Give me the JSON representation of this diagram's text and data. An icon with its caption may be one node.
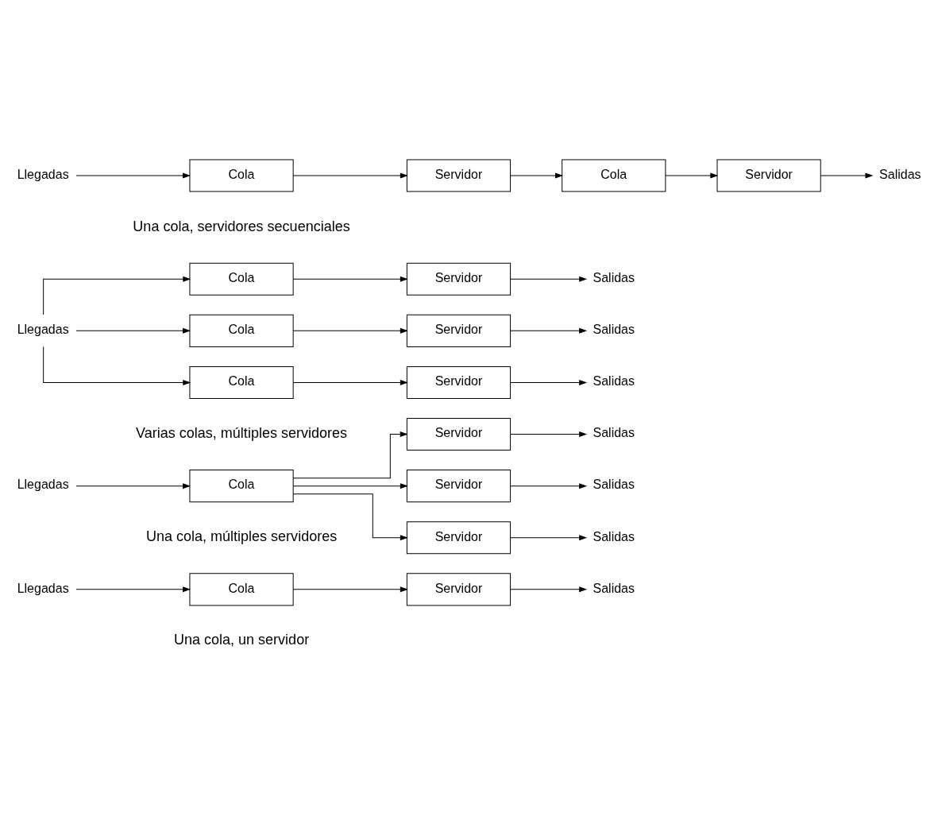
{
  "diagram": {
    "nodes": [
      {
        "text": [
          "Llegadas"
        ]
      },
      {
        "text": [
          "Cola"
        ]
      },
      {
        "text": [
          "Servidor"
        ]
      },
      {
        "text": [
          "Salidas"
        ]
      },
      {
        "text": [
          "Llegadas"
        ]
      },
      {
        "text": [
          "Cola"
        ]
      },
      {
        "text": [
          "Servidor"
        ]
      },
      {
        "text": [
          "Servidor"
        ]
      },
      {
        "text": [
          "Servidor"
        ]
      },
      {
        "text": [
          "Salidas"
        ]
      },
      {
        "text": [
          "Salidas"
        ]
      },
      {
        "text": [
          "Salidas"
        ]
      },
      {
        "text": [
          "Llegadas"
        ]
      },
      {
        "text": [
          "Cola"
        ]
      },
      {
        "text": [
          "Cola"
        ]
      },
      {
        "text": [
          "Cola"
        ]
      },
      {
        "text": [
          "Servidor"
        ]
      },
      {
        "text": [
          "Servidor"
        ]
      },
      {
        "text": [
          "Servidor"
        ]
      },
      {
        "text": [
          "Salidas"
        ]
      },
      {
        "text": [
          "Salidas"
        ]
      },
      {
        "text": [
          "Salidas"
        ]
      },
      {
        "text": [
          "Llegadas"
        ]
      },
      {
        "text": [
          "Cola"
        ]
      },
      {
        "text": [
          "Servidor"
        ]
      },
      {
        "text": [
          "Cola"
        ]
      },
      {
        "text": [
          "Servidor"
        ]
      },
      {
        "text": [
          "Salidas"
        ]
      }
    ],
    "edges": [
      {
        "from": 0,
        "to": 1,
        "arrow": "to"
      },
      {
        "from": 1,
        "to": 2,
        "arrow": "to"
      },
      {
        "from": 2,
        "to": 3,
        "arrow": "to"
      },
      {
        "from": 4,
        "to": 5,
        "arrow": "to"
      },
      {
        "from": 5,
        "to": 6,
        "arrow": "to"
      },
      {
        "from": 5,
        "to": 7,
        "arrow": "to"
      },
      {
        "from": 5,
        "to": 8,
        "arrow": "to"
      },
      {
        "from": 6,
        "to": 9,
        "arrow": "to"
      },
      {
        "from": 7,
        "to": 10,
        "arrow": "to"
      },
      {
        "from": 8,
        "to": 11,
        "arrow": "to"
      },
      {
        "from": 12,
        "to": 13,
        "arrow": "to"
      },
      {
        "from": 12,
        "to": 14,
        "arrow": "to"
      },
      {
        "from": 12,
        "to": 15,
        "arrow": "to"
      },
      {
        "from": 13,
        "to": 16,
        "arrow": "to"
      },
      {
        "from": 14,
        "to": 17,
        "arrow": "to"
      },
      {
        "from": 15,
        "to": 18,
        "arrow": "to"
      },
      {
        "from": 16,
        "to": 19,
        "arrow": "to"
      },
      {
        "from": 17,
        "to": 20,
        "arrow": "to"
      },
      {
        "from": 18,
        "to": 21,
        "arrow": "to"
      },
      {
        "from": 22,
        "to": 23,
        "arrow": "to"
      },
      {
        "from": 23,
        "to": 24,
        "arrow": "to"
      },
      {
        "from": 24,
        "to": 25,
        "arrow": "to"
      },
      {
        "from": 25,
        "to": 26,
        "arrow": "to"
      },
      {
        "from": 26,
        "to": 27,
        "arrow": "to"
      }
    ],
    "labels": [
      "Una cola, un servidor",
      "Una cola, múltiples servidores",
      "Varias colas, múltiples servidores",
      "Una cola, servidores secuenciales"
    ]
  }
}
